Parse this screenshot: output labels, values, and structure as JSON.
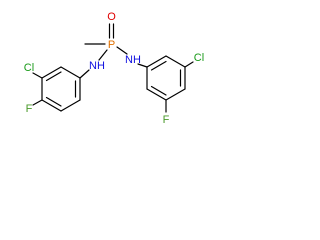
{
  "molecule": {
    "atom_labels": {
      "oxygen": "O",
      "phosphorus": "P",
      "amine_left": "NH",
      "amine_right": "NH",
      "chlorine_left": "Cl",
      "chlorine_right": "Cl",
      "fluorine_left": "F",
      "fluorine_right": "F"
    },
    "colors": {
      "bond": "#000000",
      "oxygen": "#e00000",
      "phosphorus": "#e07000",
      "nitrogen": "#1010e0",
      "chlorine": "#1a9b1a",
      "fluorine": "#4a9a2a"
    }
  }
}
